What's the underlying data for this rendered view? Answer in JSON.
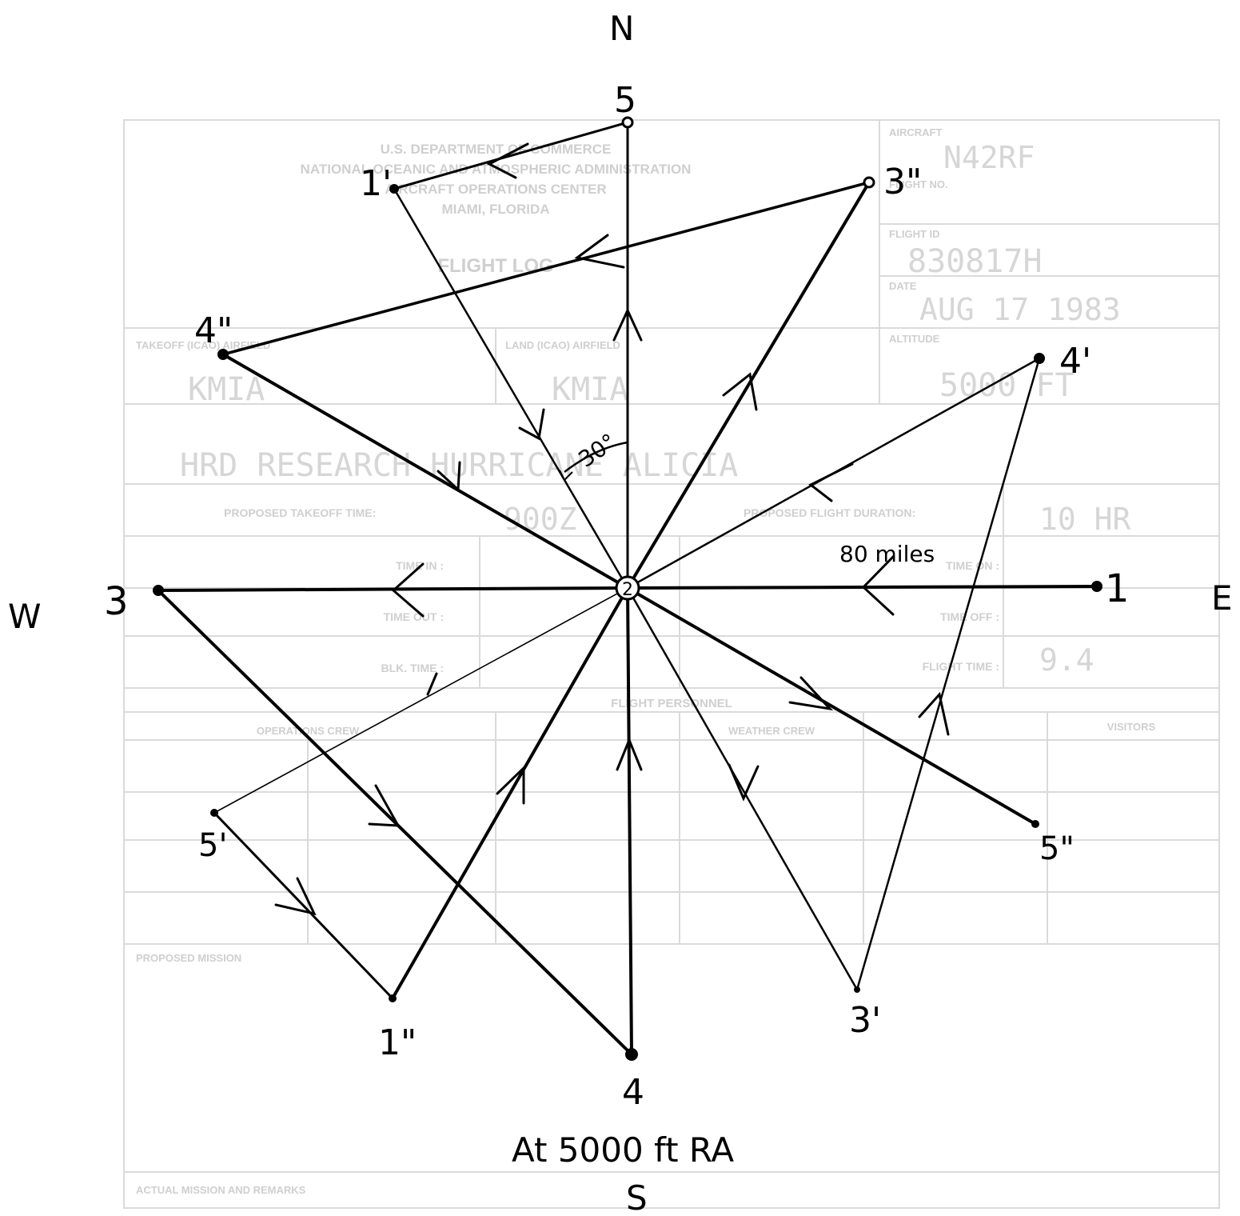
{
  "compass": {
    "north": "N",
    "south": "S",
    "east": "E",
    "west": "W"
  },
  "center_label": "2",
  "angle_label": "30°",
  "distance_label": "80 miles",
  "caption": "At 5000 ft   RA",
  "waypoints": [
    {
      "id": "p1",
      "label": "1"
    },
    {
      "id": "p3",
      "label": "3"
    },
    {
      "id": "p4",
      "label": "4"
    },
    {
      "id": "p5",
      "label": "5"
    },
    {
      "id": "p1p",
      "label": "1'"
    },
    {
      "id": "p3p",
      "label": "3'"
    },
    {
      "id": "p4p",
      "label": "4'"
    },
    {
      "id": "p5p",
      "label": "5'"
    },
    {
      "id": "p1pp",
      "label": "1\""
    },
    {
      "id": "p3pp",
      "label": "3\""
    },
    {
      "id": "p4pp",
      "label": "4\""
    },
    {
      "id": "p5pp",
      "label": "5\""
    }
  ],
  "background_form": {
    "agency_line1": "U.S. DEPARTMENT OF COMMERCE",
    "agency_line2": "NATIONAL OCEANIC AND ATMOSPHERIC ADMINISTRATION",
    "agency_line3": "AIRCRAFT OPERATIONS CENTER",
    "agency_line4": "MIAMI, FLORIDA",
    "form_title": "FLIGHT LOG",
    "aircraft_label": "AIRCRAFT",
    "aircraft_value": "N42RF",
    "flight_no_label": "FLIGHT NO.",
    "flight_id_label": "FLIGHT ID",
    "flight_id_value": "830817H",
    "date_label": "DATE",
    "date_value": "AUG 17 1983",
    "altitude_label": "ALTITUDE",
    "altitude_value": "5000 FT",
    "takeoff_label": "TAKEOFF (ICAO) AIRFIELD",
    "takeoff_value": "KMIA",
    "land_label": "LAND (ICAO) AIRFIELD",
    "land_value": "KMIA",
    "mission_value": "HRD RESEARCH HURRICANE ALICIA",
    "proposed_takeoff_label": "PROPOSED TAKEOFF TIME:",
    "proposed_takeoff_value": "900Z",
    "proposed_duration_label": "PROPOSED FLIGHT DURATION:",
    "proposed_duration_value": "10 HR",
    "time_in_label": "TIME IN :",
    "time_on_label": "TIME ON :",
    "time_out_label": "TIME OUT :",
    "time_off_label": "TIME OFF :",
    "blk_time_label": "BLK. TIME :",
    "flight_time_label": "FLIGHT TIME :",
    "flight_time_value": "9.4",
    "personnel_label": "FLIGHT PERSONNEL",
    "operations_label": "OPERATIONS CREW",
    "weather_label": "WEATHER CREW",
    "visitors_label": "VISITORS",
    "proposed_mission_label": "PROPOSED MISSION",
    "actual_mission_label": "ACTUAL MISSION AND REMARKS"
  }
}
